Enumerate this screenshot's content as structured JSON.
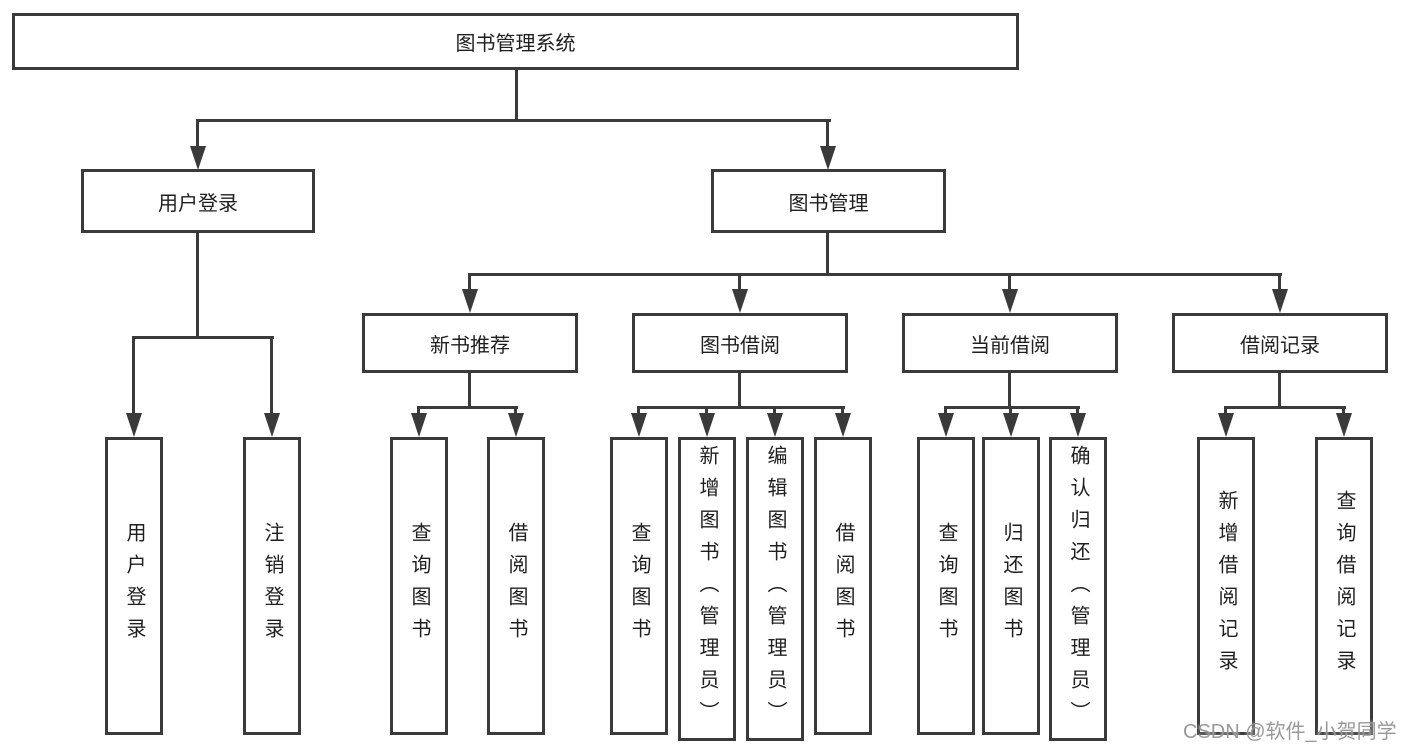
{
  "diagram": {
    "title_hint": "library management system functional structure diagram",
    "root": {
      "label": "图书管理系统"
    },
    "level2": [
      {
        "label": "用户登录"
      },
      {
        "label": "图书管理"
      }
    ],
    "level3": [
      {
        "label": "新书推荐"
      },
      {
        "label": "图书借阅"
      },
      {
        "label": "当前借阅"
      },
      {
        "label": "借阅记录"
      }
    ],
    "leaves": {
      "user_login": [
        "用户登录",
        "注销登录"
      ],
      "new_book": [
        "查询图书",
        "借阅图书"
      ],
      "book_borrow": [
        "查询图书",
        "新增图书（管理员）",
        "编辑图书（管理员）",
        "借阅图书"
      ],
      "current_borrow": [
        "查询图书",
        "归还图书",
        "确认归还（管理员）"
      ],
      "borrow_record": [
        "新增借阅记录",
        "查询借阅记录"
      ]
    },
    "watermark": "CSDN @软件_小贺同学"
  },
  "colors": {
    "line": "#3a3a3a",
    "text": "#1f1f1f",
    "background": "#ffffff",
    "watermark": "#949494"
  }
}
